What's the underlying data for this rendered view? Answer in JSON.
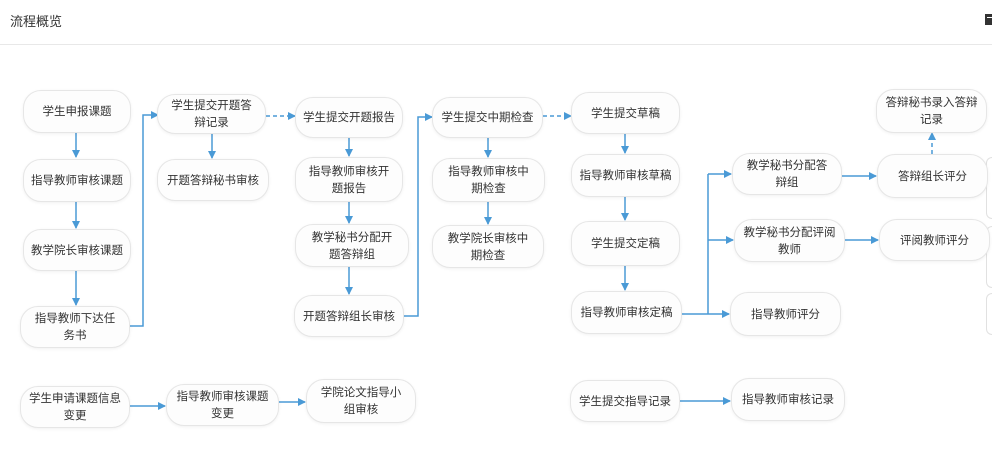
{
  "header": {
    "title": "流程概览"
  },
  "icons": {
    "corner": "document-icon"
  },
  "colors": {
    "arrow": "#4a9ad6",
    "border": "#e6e6e6"
  },
  "nodes": {
    "n1": "学生申报课题",
    "n2": "指导教师审核课题",
    "n3": "教学院长审核课题",
    "n4": "指导教师下达任务书",
    "n5": "学生提交开题答辩记录",
    "n6": "开题答辩秘书审核",
    "n7": "学生提交开题报告",
    "n8": "指导教师审核开题报告",
    "n9": "教学秘书分配开题答辩组",
    "n10": "开题答辩组长审核",
    "n11": "学生提交中期检查",
    "n12": "指导教师审核中期检查",
    "n13": "教学院长审核中期检查",
    "n14": "学生提交草稿",
    "n15": "指导教师审核草稿",
    "n16": "学生提交定稿",
    "n17": "指导教师审核定稿",
    "n18": "教学秘书分配答辩组",
    "n19": "教学秘书分配评阅教师",
    "n20": "指导教师评分",
    "n21": "答辩组长评分",
    "n22": "答辩秘书录入答辩记录",
    "n23": "评阅教师评分",
    "n24": "学生申请课题信息变更",
    "n25": "指导教师审核课题变更",
    "n26": "学院论文指导小组审核",
    "n27": "学生提交指导记录",
    "n28": "指导教师审核记录"
  }
}
